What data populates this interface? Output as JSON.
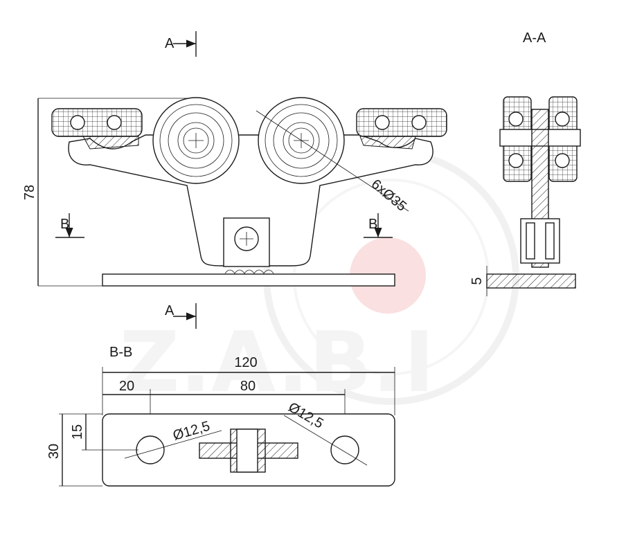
{
  "section_labels": {
    "a_top": "A",
    "a_bottom": "A",
    "b_left": "B",
    "b_right": "B",
    "view_aa": "A-A",
    "view_bb": "B-B"
  },
  "dimensions": {
    "height_78": "78",
    "wheels": "6xØ35",
    "plate_thickness": "5",
    "overall_length": "120",
    "edge_offset": "20",
    "hole_spacing": "80",
    "hole_dia_left": "Ø12,5",
    "hole_dia_right": "Ø12,5",
    "hole_offset_vertical": "15",
    "plate_width": "30"
  },
  "watermark": {
    "text": "Z.A.B.I",
    "ring_color": "#e6e6e6",
    "dot_color": "#f7c8c8"
  },
  "colors": {
    "line": "#1a1a1a",
    "dim_line": "#1a1a66",
    "background": "#ffffff"
  }
}
